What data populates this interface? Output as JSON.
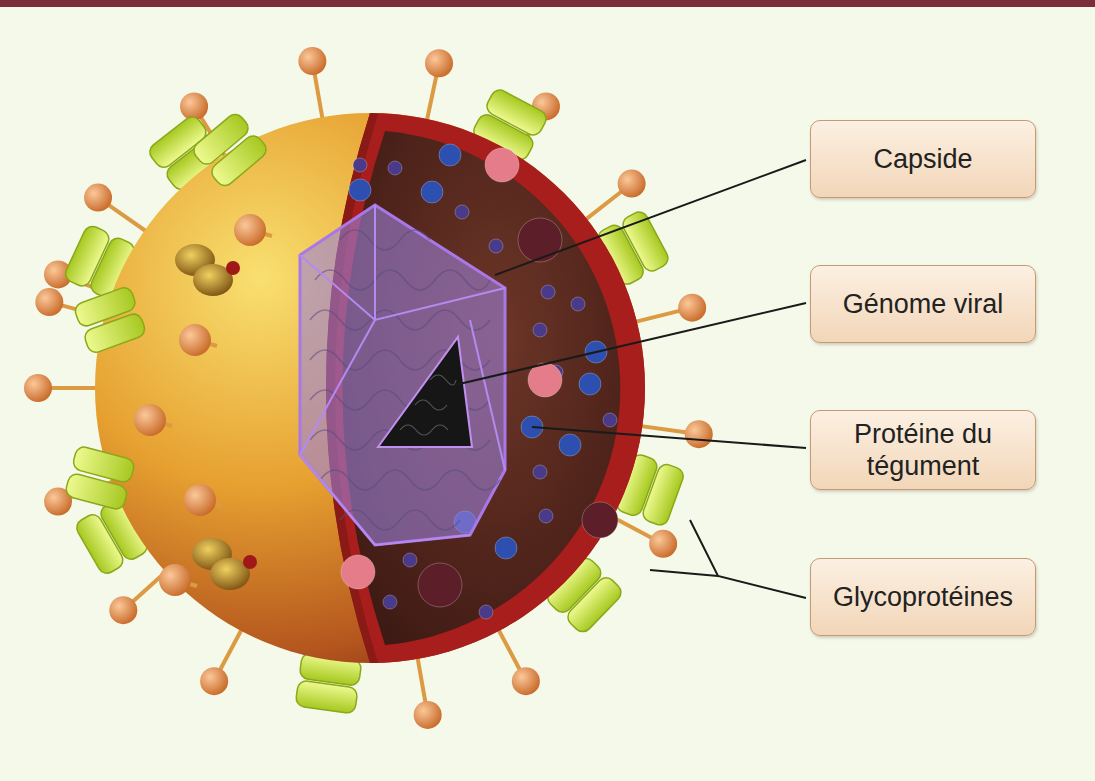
{
  "diagram": {
    "nodes": [
      {
        "text": [
          "Capside"
        ]
      },
      {
        "text": [
          "Génome viral"
        ]
      },
      {
        "text": [
          "Protéine du tégument"
        ]
      },
      {
        "text": [
          "Glycoprotéines"
        ]
      }
    ]
  }
}
